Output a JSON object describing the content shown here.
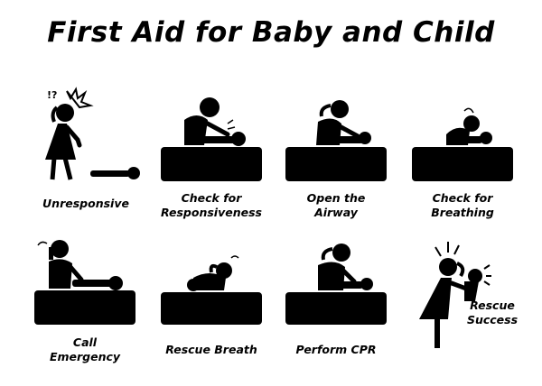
{
  "title": "First Aid for Baby and Child",
  "steps": [
    {
      "icon": "unresponsive-icon",
      "lines": [
        "Unresponsive"
      ]
    },
    {
      "icon": "check-responsiveness-icon",
      "lines": [
        "Check for",
        "Responsiveness"
      ]
    },
    {
      "icon": "open-airway-icon",
      "lines": [
        "Open the",
        "Airway"
      ]
    },
    {
      "icon": "check-breathing-icon",
      "lines": [
        "Check for",
        "Breathing"
      ]
    },
    {
      "icon": "call-emergency-icon",
      "lines": [
        "Call",
        "Emergency"
      ]
    },
    {
      "icon": "rescue-breath-icon",
      "lines": [
        "Rescue Breath"
      ]
    },
    {
      "icon": "perform-cpr-icon",
      "lines": [
        "Perform CPR"
      ]
    },
    {
      "icon": "rescue-success-icon",
      "lines": [
        "Rescue",
        "Success"
      ]
    }
  ],
  "exclaim": "!?"
}
